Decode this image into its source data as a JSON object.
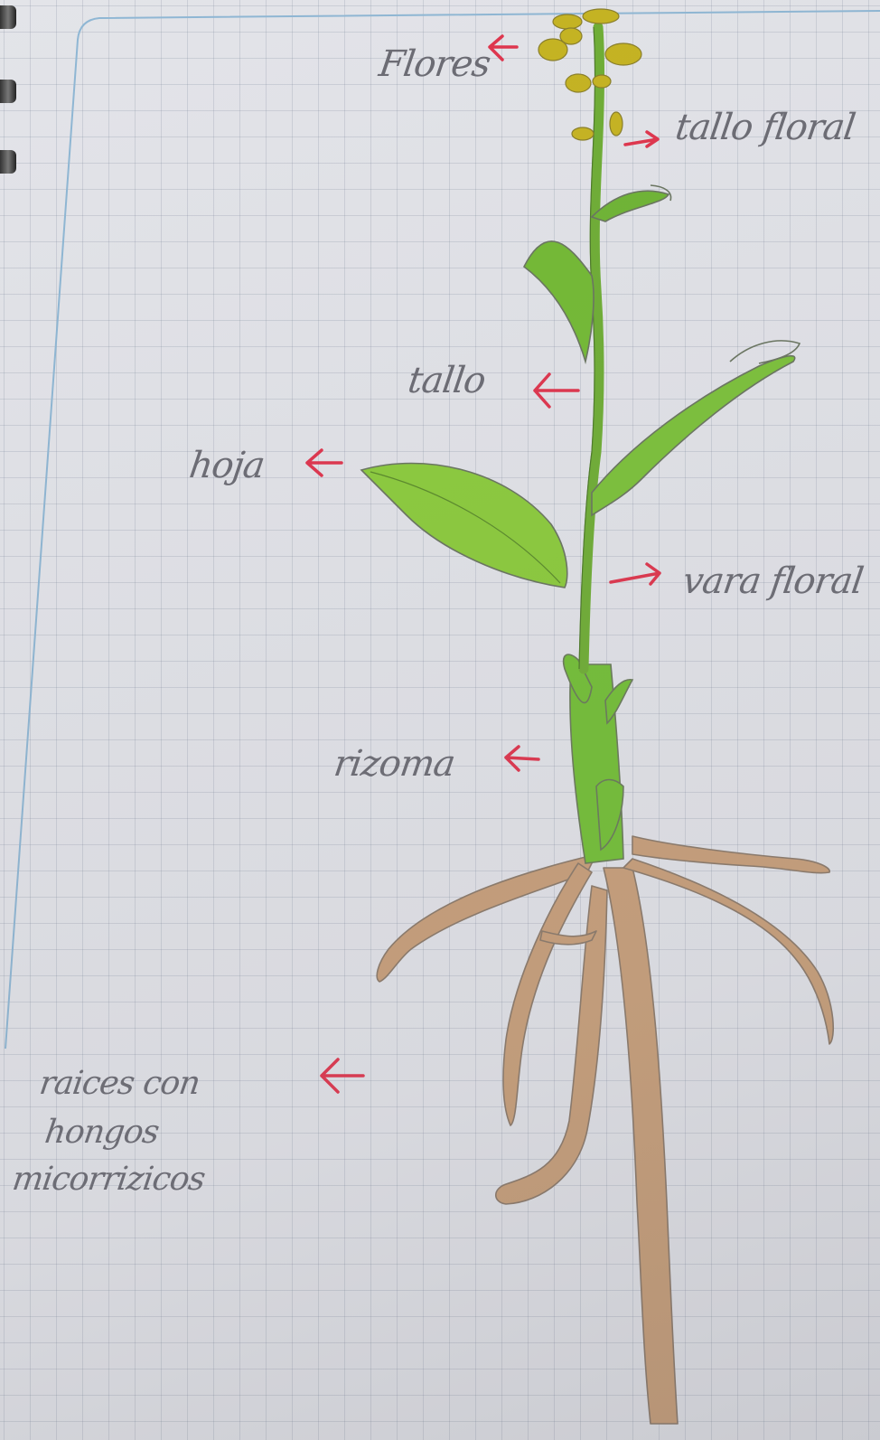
{
  "labels": {
    "flores": "Flores",
    "tallo_floral": "tallo floral",
    "tallo": "tallo",
    "hoja": "hoja",
    "vara_floral": "vara floral",
    "rizoma": "rizoma",
    "raices_line1": "raices con",
    "raices_line2": "hongos",
    "raices_line3": "micorrizicos"
  },
  "colors": {
    "ink": "#6c6c74",
    "arrow": "#e0354d",
    "leaf": "#7cc23a",
    "root": "#c9a07a"
  }
}
